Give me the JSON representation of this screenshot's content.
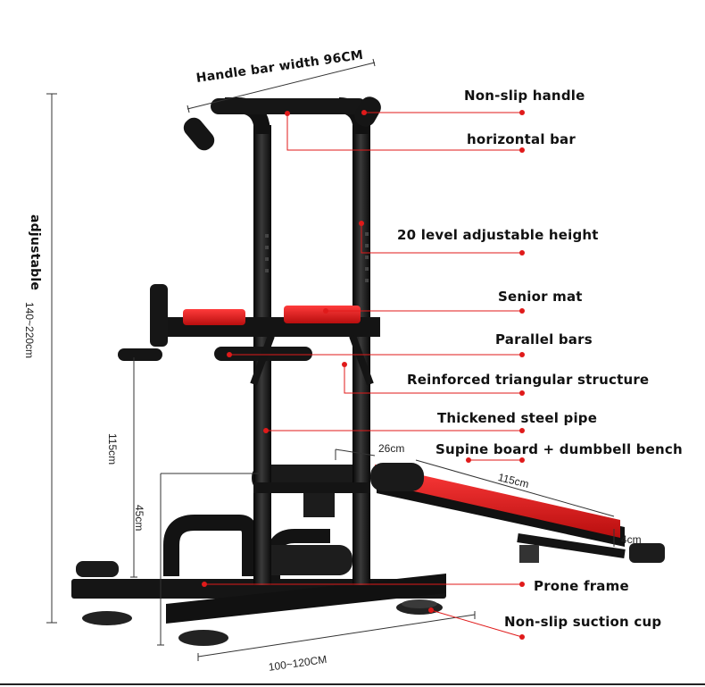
{
  "labels": {
    "handle_bar_width": "Handle bar width 96CM",
    "non_slip_handle": "Non-slip handle",
    "horizontal_bar": "horizontal bar",
    "adjustable_height": "20 level adjustable height",
    "senior_mat": "Senior mat",
    "parallel_bars": "Parallel bars",
    "triangular_structure": "Reinforced triangular structure",
    "steel_pipe": "Thickened steel pipe",
    "supine_board": "Supine board + dumbbell bench",
    "prone_frame": "Prone frame",
    "suction_cup": "Non-slip suction cup",
    "adjustable": "adjustable"
  },
  "dimensions": {
    "height_range": "140~220cm",
    "bar_height": "115cm",
    "base_height": "45cm",
    "board_width": "26cm",
    "board_length": "115cm",
    "board_thickness": "4cm",
    "base_length": "100~120CM"
  },
  "colors": {
    "frame": "#141414",
    "pad": "#d61616",
    "callout": "#e01a1a"
  }
}
